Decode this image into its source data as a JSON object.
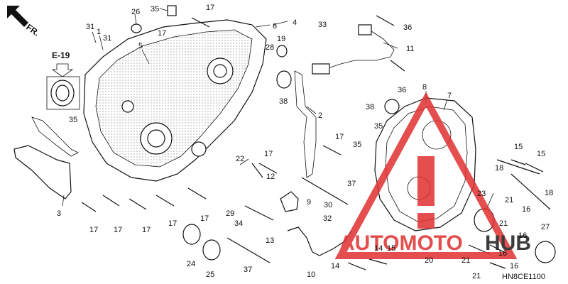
{
  "direction_label": "FR.",
  "reference_label": "E-19",
  "diagram_code": "HN8CE1100",
  "watermark": {
    "text_part1": "AUTOMOTO",
    "text_part2": "HUB",
    "color_red": "#e03030",
    "color_dark": "#1a1a1a"
  },
  "callouts": [
    {
      "id": "c1",
      "text": "31"
    },
    {
      "id": "c2",
      "text": "1"
    },
    {
      "id": "c3",
      "text": "31"
    },
    {
      "id": "c4",
      "text": "26"
    },
    {
      "id": "c5",
      "text": "5"
    },
    {
      "id": "c6",
      "text": "35"
    },
    {
      "id": "c7",
      "text": "17"
    },
    {
      "id": "c8",
      "text": "17"
    },
    {
      "id": "c9",
      "text": "4"
    },
    {
      "id": "c10",
      "text": "6"
    },
    {
      "id": "c11",
      "text": "33"
    },
    {
      "id": "c12",
      "text": "36"
    },
    {
      "id": "c13",
      "text": "19"
    },
    {
      "id": "c14",
      "text": "28"
    },
    {
      "id": "c15",
      "text": "11"
    },
    {
      "id": "c16",
      "text": "36"
    },
    {
      "id": "c17",
      "text": "38"
    },
    {
      "id": "c18",
      "text": "2"
    },
    {
      "id": "c19",
      "text": "8"
    },
    {
      "id": "c20",
      "text": "7"
    },
    {
      "id": "c21",
      "text": "38"
    },
    {
      "id": "c22",
      "text": "35"
    },
    {
      "id": "c23",
      "text": "35"
    },
    {
      "id": "c24",
      "text": "35"
    },
    {
      "id": "c25",
      "text": "17"
    },
    {
      "id": "c26",
      "text": "22"
    },
    {
      "id": "c27",
      "text": "17"
    },
    {
      "id": "c28",
      "text": "12"
    },
    {
      "id": "c29",
      "text": "3"
    },
    {
      "id": "c30",
      "text": "17"
    },
    {
      "id": "c31",
      "text": "17"
    },
    {
      "id": "c32",
      "text": "17"
    },
    {
      "id": "c33",
      "text": "17"
    },
    {
      "id": "c34",
      "text": "17"
    },
    {
      "id": "c35",
      "text": "37"
    },
    {
      "id": "c36",
      "text": "9"
    },
    {
      "id": "c37",
      "text": "29"
    },
    {
      "id": "c38",
      "text": "34"
    },
    {
      "id": "c39",
      "text": "30"
    },
    {
      "id": "c40",
      "text": "32"
    },
    {
      "id": "c41",
      "text": "13"
    },
    {
      "id": "c42",
      "text": "24"
    },
    {
      "id": "c43",
      "text": "25"
    },
    {
      "id": "c44",
      "text": "37"
    },
    {
      "id": "c45",
      "text": "10"
    },
    {
      "id": "c46",
      "text": "14"
    },
    {
      "id": "c47",
      "text": "14"
    },
    {
      "id": "c48",
      "text": "15"
    },
    {
      "id": "c49",
      "text": "20"
    },
    {
      "id": "c50",
      "text": "15"
    },
    {
      "id": "c51",
      "text": "15"
    },
    {
      "id": "c52",
      "text": "18"
    },
    {
      "id": "c53",
      "text": "23"
    },
    {
      "id": "c54",
      "text": "21"
    },
    {
      "id": "c55",
      "text": "16"
    },
    {
      "id": "c56",
      "text": "18"
    },
    {
      "id": "c57",
      "text": "21"
    },
    {
      "id": "c58",
      "text": "27"
    },
    {
      "id": "c59",
      "text": "16"
    },
    {
      "id": "c60",
      "text": "16"
    },
    {
      "id": "c61",
      "text": "21"
    },
    {
      "id": "c62",
      "text": "21"
    },
    {
      "id": "c63",
      "text": "16"
    }
  ]
}
